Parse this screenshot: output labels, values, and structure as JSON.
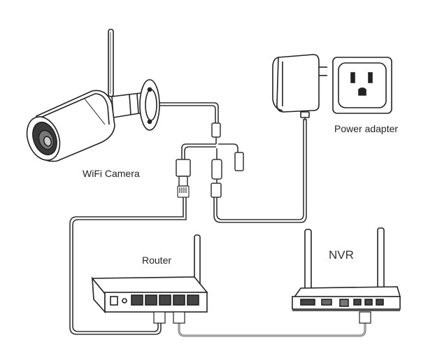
{
  "labels": {
    "camera": "WiFi Camera",
    "power_adapter": "Power adapter",
    "router": "Router",
    "nvr": "NVR"
  }
}
